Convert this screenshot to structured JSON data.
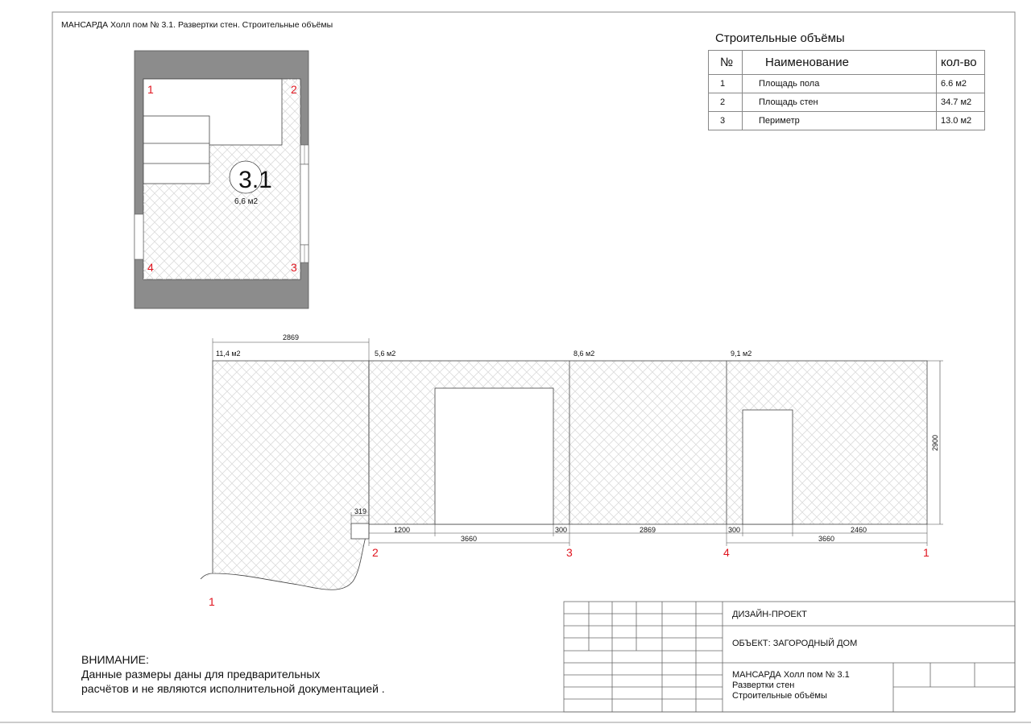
{
  "sheet": {
    "title": "МАНСАРДА  Холл пом № 3.1. Развертки стен. Строительные объёмы"
  },
  "volumes_table": {
    "caption": "Строительные объёмы",
    "headers": {
      "num": "№",
      "name": "Наименование",
      "qty": "кол-во"
    },
    "rows": [
      {
        "num": "1",
        "name": "Площадь пола",
        "qty": "6.6 м2"
      },
      {
        "num": "2",
        "name": "Площадь стен",
        "qty": "34.7 м2"
      },
      {
        "num": "3",
        "name": "Периметр",
        "qty": "13.0 м2"
      }
    ]
  },
  "plan": {
    "room_number": "3.1",
    "room_area": "6,6 м2",
    "corners": [
      "1",
      "2",
      "3",
      "4"
    ]
  },
  "elevation": {
    "wall_areas": [
      "11,4 м2",
      "5,6 м2",
      "8,6 м2",
      "9,1 м2"
    ],
    "top_dimension": "2869",
    "height_dimension": "2900",
    "small_dimension": "319",
    "bottom_dimensions": [
      "1200",
      "300",
      "2869",
      "300",
      "2460"
    ],
    "total_dimensions": [
      "3660",
      "3660"
    ],
    "corner_labels": [
      "2",
      "3",
      "4",
      "1",
      "1"
    ]
  },
  "warning": {
    "title": "ВНИМАНИЕ:",
    "line1": "Данные размеры даны для предварительных",
    "line2": "расчётов и не являются исполнительной документацией ."
  },
  "title_block": {
    "project_type": "ДИЗАЙН-ПРОЕКТ",
    "object": "ОБЪЕКТ: ЗАГОРОДНЫЙ ДОМ",
    "drawing_line1": "МАНСАРДА  Холл пом № 3.1",
    "drawing_line2": "Развертки стен",
    "drawing_line3": "Строительные объёмы"
  }
}
